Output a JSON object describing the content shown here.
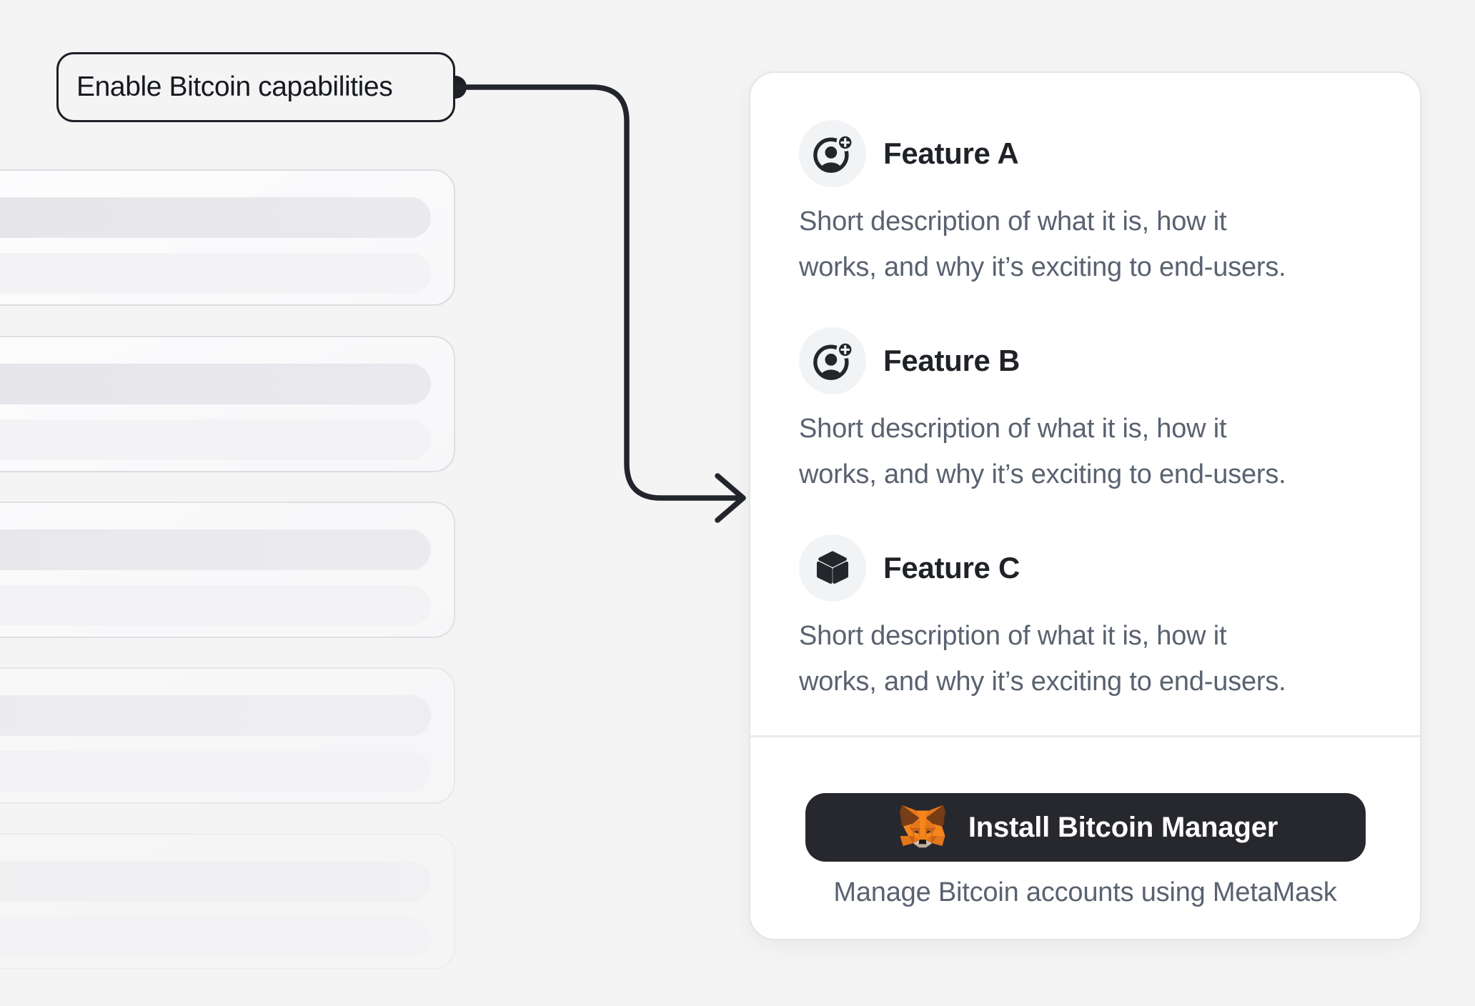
{
  "annotation": {
    "label": "Enable Bitcoin capabilities"
  },
  "skeleton_list": {
    "card_count": 5,
    "note": "placeholder cards, no text"
  },
  "feature_card": {
    "features": [
      {
        "icon": "user-plus-icon",
        "title": "Feature A",
        "description": "Short description of what it is, how it works, and why it’s exciting to end-users.",
        "description_lines": [
          "Short description of what it is, how it",
          "works, and why it’s exciting to end-users."
        ]
      },
      {
        "icon": "user-plus-icon",
        "title": "Feature B",
        "description": "Short description of what it is, how it works, and why it’s exciting to end-users.",
        "description_lines": [
          "Short description of what it is, how it",
          "works, and why it’s exciting to end-users."
        ]
      },
      {
        "icon": "cube-icon",
        "title": "Feature C",
        "description": "Short description of what it is, how it works, and why it’s exciting to end-users.",
        "description_lines": [
          "Short description of what it is, how it",
          "works, and why it’s exciting to end-users."
        ]
      }
    ],
    "footer": {
      "button_label": "Install Bitcoin Manager",
      "button_icon": "metamask-fox-icon",
      "caption": "Manage Bitcoin accounts using MetaMask"
    }
  },
  "colors": {
    "page_bg": "#f4f4f5",
    "panel_bg": "#ffffff",
    "button_bg": "#26282d",
    "text_primary": "#1f2227",
    "text_secondary": "#5a6270",
    "annotation_stroke": "#1d2026",
    "icon_dark": "#23262b",
    "icon_circle_bg": "#f2f3f5",
    "skeleton_bar_dark": "#e7e7ea",
    "skeleton_bar_light": "#f3f3f6",
    "metamask_orange": "#f6851b"
  }
}
